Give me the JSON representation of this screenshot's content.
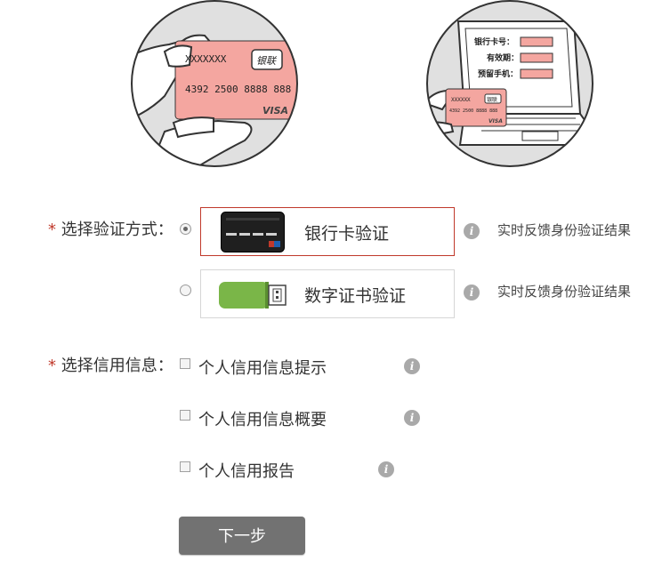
{
  "illustrations": {
    "card": {
      "name_text": "XXXXXXX",
      "brand": "银联",
      "number": "4392 2500 8888 888",
      "network": "VISA"
    },
    "laptop": {
      "form_labels": [
        "银行卡号：",
        "有效期：",
        "预留手机："
      ],
      "card_name": "XXXXXX",
      "card_brand": "银联",
      "card_number": "4392 2500 8888 888",
      "card_network": "VISA"
    }
  },
  "form": {
    "verify_method": {
      "required_mark": "*",
      "label": "选择验证方式：",
      "options": [
        {
          "label": "银行卡验证",
          "selected": true,
          "hint": "实时反馈身份验证结果",
          "icon": "bank-card-icon"
        },
        {
          "label": "数字证书验证",
          "selected": false,
          "hint": "实时反馈身份验证结果",
          "icon": "usb-key-icon"
        }
      ]
    },
    "credit_info": {
      "required_mark": "*",
      "label": "选择信用信息：",
      "options": [
        {
          "label": "个人信用信息提示",
          "checked": false
        },
        {
          "label": "个人信用信息概要",
          "checked": false
        },
        {
          "label": "个人信用报告",
          "checked": false
        }
      ]
    },
    "next_button": "下一步"
  },
  "colors": {
    "required": "#c0392b",
    "selected_border": "#c0392b",
    "button_bg": "#727272",
    "usb_key_green": "#7ab648",
    "card_pink": "#f4a6a0"
  }
}
